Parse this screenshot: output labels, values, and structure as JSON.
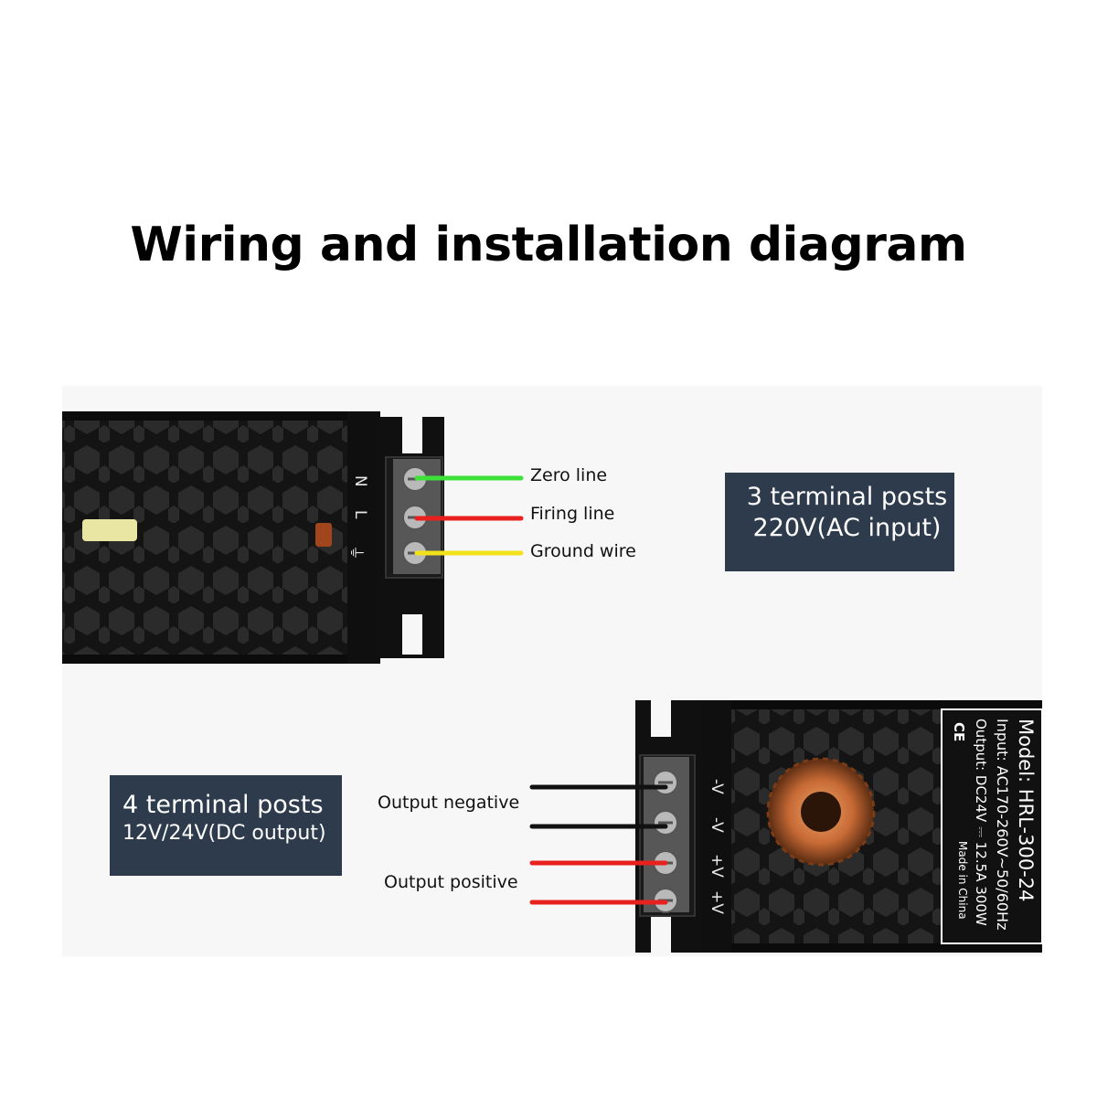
{
  "title": "Wiring and installation diagram",
  "ac_side": {
    "box_line1": "3 terminal posts",
    "box_line2": "220V(AC input)",
    "terminal_marks": [
      "N",
      "L",
      "⏚"
    ],
    "wires": [
      {
        "label": "Zero line",
        "color": "#3ee03a"
      },
      {
        "label": "Firing line",
        "color": "#e8201e"
      },
      {
        "label": "Ground wire",
        "color": "#f2e21c"
      }
    ]
  },
  "dc_side": {
    "box_line1": "4 terminal posts",
    "box_line2": "12V/24V(DC output)",
    "terminal_marks": [
      "-V",
      "-V",
      "+V",
      "+V"
    ],
    "wire_labels": {
      "negative": "Output negative",
      "positive": "Output positive"
    },
    "wire_colors": {
      "negative": "#111111",
      "positive": "#e8201e"
    }
  },
  "nameplate": {
    "model": "Model: HRL-300-24",
    "input": "Input: AC170-260V~50/60Hz",
    "output": "Output: DC24V ⎓ 12.5A 300W",
    "origin": "Made in China",
    "cert": "CE"
  }
}
